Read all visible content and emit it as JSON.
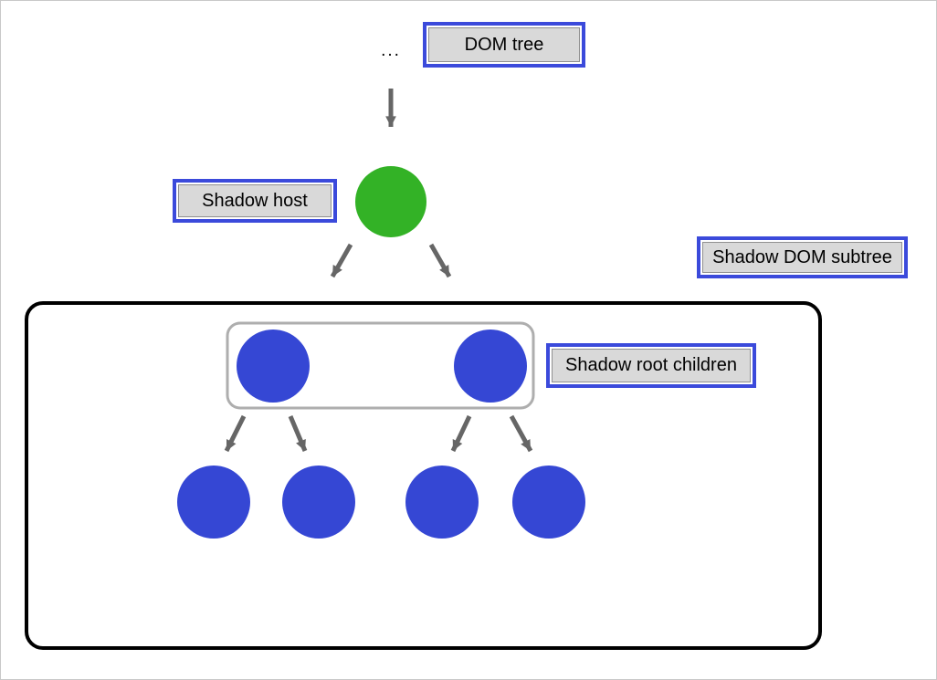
{
  "diagram": {
    "title": "Shadow DOM tree structure diagram",
    "ellipsis": "...",
    "labels": {
      "dom_tree": "DOM tree",
      "shadow_host": "Shadow host",
      "shadow_dom_subtree": "Shadow DOM subtree",
      "shadow_root_children": "Shadow root children"
    },
    "nodes": {
      "shadow_host_count": 1,
      "shadow_root_children_count": 2,
      "leaf_node_count": 4,
      "arrow_count": 7
    }
  },
  "colors": {
    "node_blue": "#3547d4",
    "node_green": "#33b226",
    "label_border_blue": "#3b4adb",
    "label_fill_gray": "#d9d9d9",
    "arrow_gray": "#666666",
    "container_border_black": "#000000",
    "group_border_gray": "#aeaeae",
    "page_border_gray": "#c8c8c8"
  }
}
